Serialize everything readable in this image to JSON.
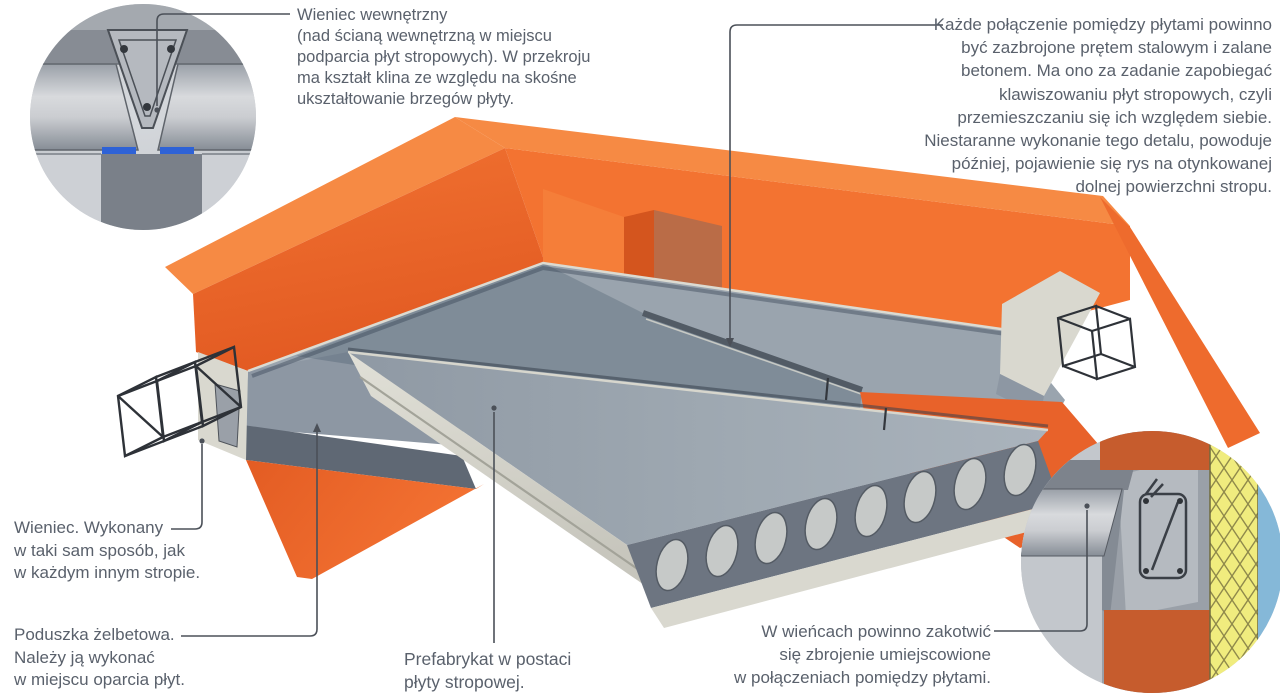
{
  "diagram": {
    "title_hint": "Prefabricated hollow-core floor slab assembly (strop z płyt kanałowych)",
    "annotations": {
      "internal_ring_beam": {
        "lines": [
          "Wieniec wewnętrzny",
          "(nad ścianą wewnętrzną w miejscu",
          "podparcia płyt stropowych). W przekroju",
          "ma kształt klina ze względu na skośne",
          "ukształtowanie brzegów płyty."
        ]
      },
      "slab_joint": {
        "lines": [
          "Każde połączenie pomiędzy płytami powinno",
          "być zazbrojone prętem stalowym i zalane",
          "betonem. Ma ono za zadanie zapobiegać",
          "klawiszowaniu płyt stropowych, czyli",
          "przemieszczaniu się ich względem siebie.",
          "Niestaranne wykonanie tego detalu, powoduje",
          "później, pojawienie się rys na otynkowanej",
          "dolnej powierzchni stropu."
        ]
      },
      "ring_beam": {
        "lines": [
          "Wieniec. Wykonany",
          "w taki sam sposób, jak",
          "w każdym innym stropie."
        ]
      },
      "concrete_pad": {
        "lines": [
          "Poduszka żelbetowa.",
          "Należy ją wykonać",
          "w miejscu oparcia płyt."
        ]
      },
      "precast_slab": {
        "lines": [
          "Prefabrykat w postaci",
          "płyty stropowej."
        ]
      },
      "anchorage": {
        "lines": [
          "W wieńcach powinno zakotwić",
          "się zbrojenie umiejscowione",
          "w połączeniach pomiędzy płytami."
        ]
      }
    },
    "colors": {
      "wall_top": "#f68a44",
      "wall_front": "#f37331",
      "wall_end_bright": "#ee6b2d",
      "column_front": "#f57e39",
      "column_side": "#d4551e",
      "orange_gap": "#e8622a",
      "floor_gray": "#9aa4ae",
      "band_mid": "#8d97a3",
      "band_dark": "#5f6874",
      "cream": "#d9d8cf",
      "void_face": "#6d7581",
      "void_fill": "#c6c9c8",
      "groove": "#525b65",
      "rebar": "#2e3238",
      "leader": "#4b5058",
      "text": "#5a616c",
      "inset_wall": "#7a8089",
      "blue_pad": "#2e62d6",
      "brick": "#c65c2d",
      "insulation_yellow": "#f0ec7e",
      "membrane_blue": "#85b8d8"
    }
  }
}
